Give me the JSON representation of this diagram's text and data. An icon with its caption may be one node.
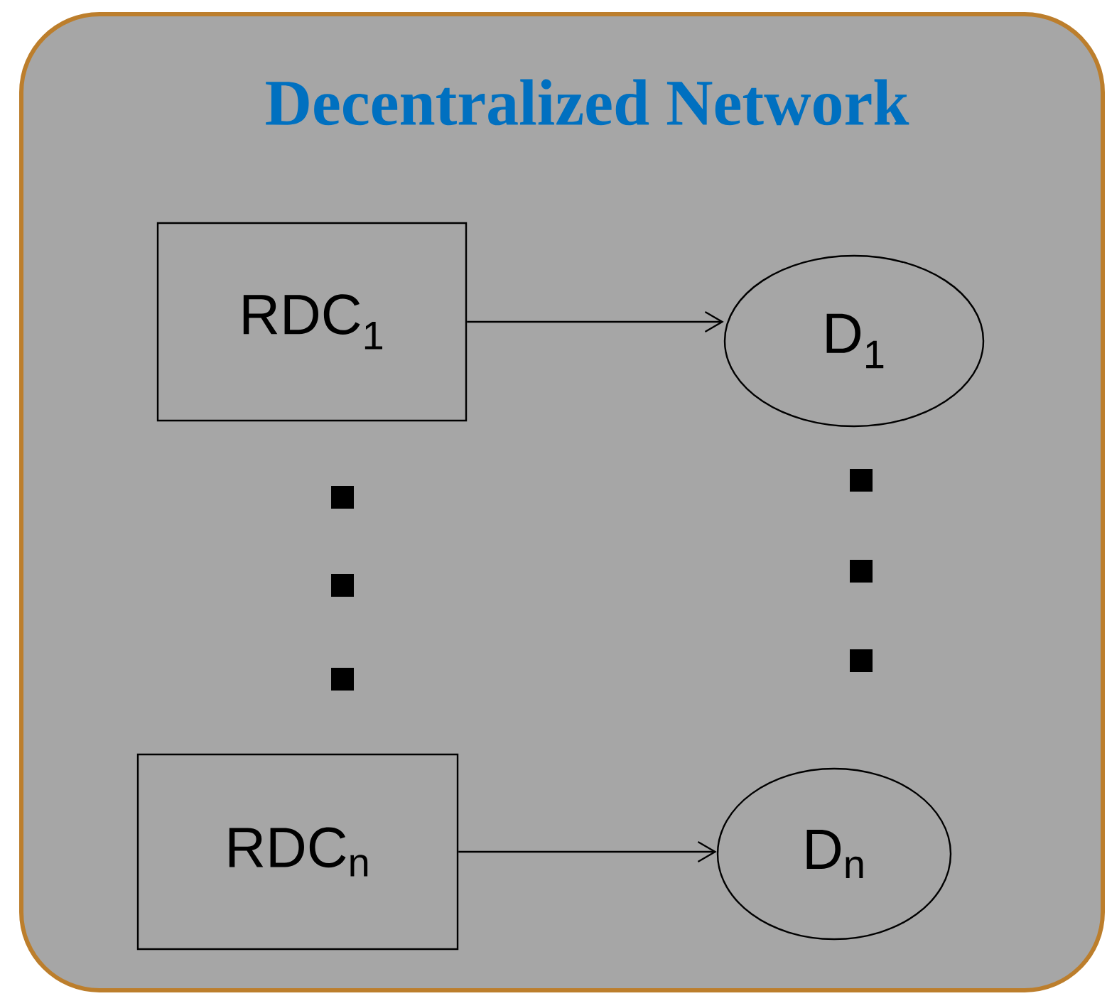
{
  "diagram": {
    "nodes": [
      {
        "text": [
          "Decentralized Network"
        ]
      },
      {
        "text": [
          "RDC$_{1}$"
        ],
        "in": 0
      },
      {
        "text": [
          "D$_{1}$"
        ],
        "in": 0
      },
      {
        "text": [
          "RDC$_{n}$"
        ],
        "in": 0
      },
      {
        "text": [
          "D$_{n}$"
        ],
        "in": 0
      }
    ],
    "edges": [
      {
        "from": 1,
        "to": 2,
        "arrow": "to"
      },
      {
        "from": 3,
        "to": 4,
        "arrow": "to"
      }
    ]
  }
}
